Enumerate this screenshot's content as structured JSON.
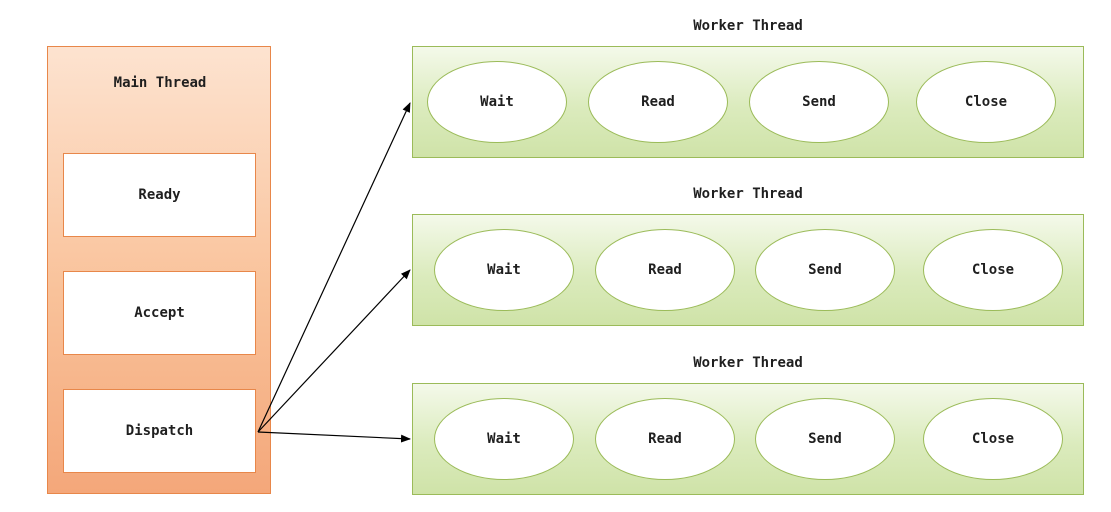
{
  "main_thread": {
    "title": "Main Thread",
    "steps": [
      "Ready",
      "Accept",
      "Dispatch"
    ]
  },
  "workers": [
    {
      "title": "Worker Thread",
      "states": [
        "Wait",
        "Read",
        "Send",
        "Close"
      ]
    },
    {
      "title": "Worker Thread",
      "states": [
        "Wait",
        "Read",
        "Send",
        "Close"
      ]
    },
    {
      "title": "Worker Thread",
      "states": [
        "Wait",
        "Read",
        "Send",
        "Close"
      ]
    }
  ],
  "colors": {
    "main_border": "#e8874a",
    "main_fill": "#f9c29a",
    "worker_border": "#9bbb59",
    "worker_fill": "#dbebbd",
    "arrow": "#000000"
  }
}
